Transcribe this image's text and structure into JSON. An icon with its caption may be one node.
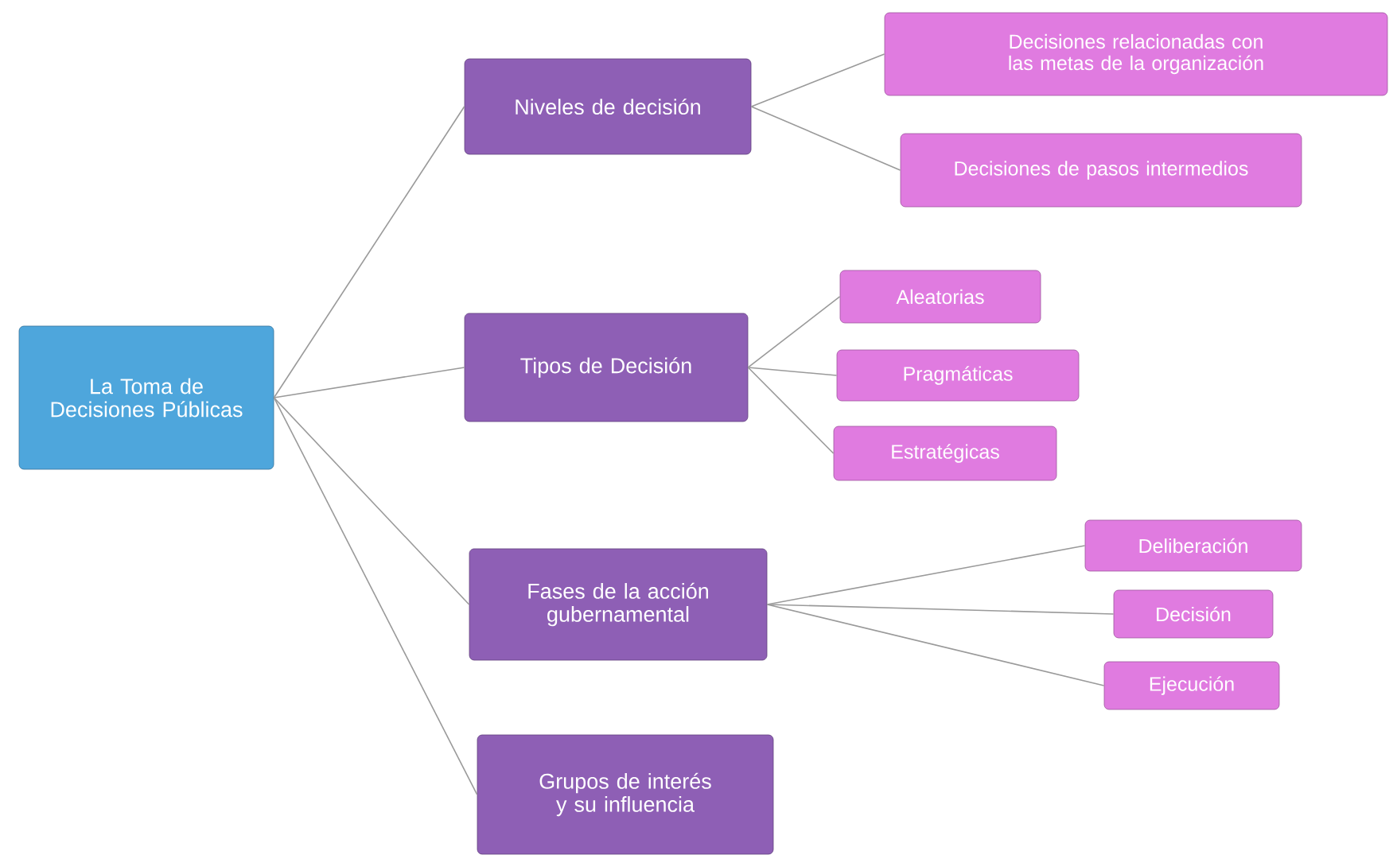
{
  "diagram": {
    "nodes": [
      {
        "text": [
          "La Toma de Decisiones Públicas"
        ]
      },
      {
        "text": [
          "Niveles de decisión"
        ]
      },
      {
        "text": [
          "Decisiones relacionadas con las metas de la organización"
        ]
      },
      {
        "text": [
          "Decisiones de pasos intermedios"
        ]
      },
      {
        "text": [
          "Tipos de Decisión"
        ]
      },
      {
        "text": [
          "Aleatorias"
        ]
      },
      {
        "text": [
          "Pragmáticas"
        ]
      },
      {
        "text": [
          "Estratégicas"
        ]
      },
      {
        "text": [
          "Fases de la acción gubernamental"
        ]
      },
      {
        "text": [
          "Deliberación"
        ]
      },
      {
        "text": [
          "Decisión"
        ]
      },
      {
        "text": [
          "Ejecución"
        ]
      },
      {
        "text": [
          "Grupos de interés y su influencia"
        ]
      }
    ],
    "edges": [
      {
        "from": 0,
        "to": 1,
        "arrow": "none"
      },
      {
        "from": 0,
        "to": 4,
        "arrow": "none"
      },
      {
        "from": 0,
        "to": 8,
        "arrow": "none"
      },
      {
        "from": 0,
        "to": 12,
        "arrow": "none"
      },
      {
        "from": 1,
        "to": 2,
        "arrow": "none"
      },
      {
        "from": 1,
        "to": 3,
        "arrow": "none"
      },
      {
        "from": 4,
        "to": 5,
        "arrow": "none"
      },
      {
        "from": 4,
        "to": 6,
        "arrow": "none"
      },
      {
        "from": 4,
        "to": 7,
        "arrow": "none"
      },
      {
        "from": 8,
        "to": 9,
        "arrow": "none"
      },
      {
        "from": 8,
        "to": 10,
        "arrow": "none"
      },
      {
        "from": 8,
        "to": 11,
        "arrow": "none"
      }
    ]
  }
}
